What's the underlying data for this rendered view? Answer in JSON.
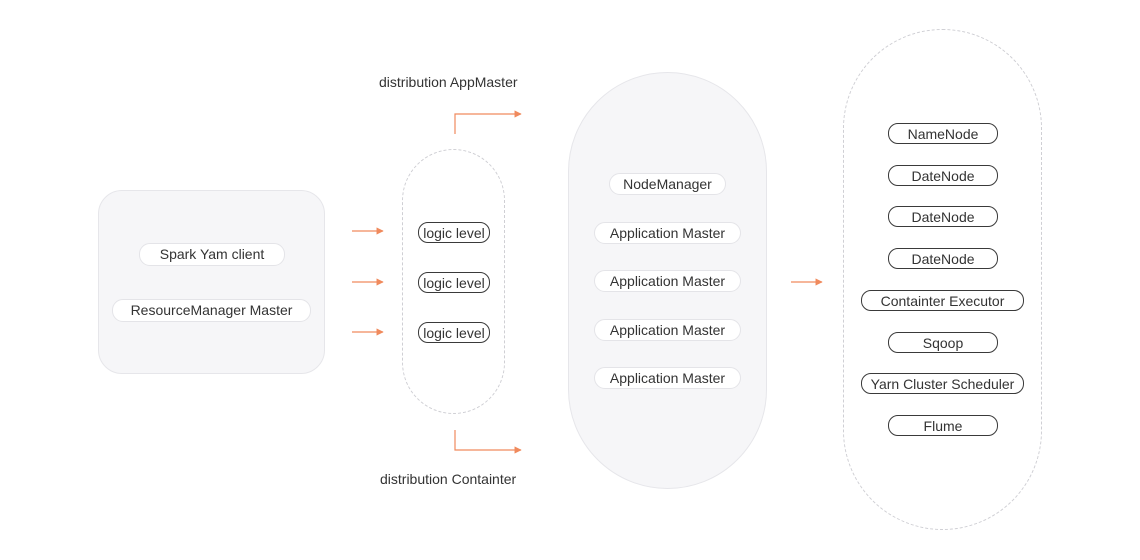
{
  "client_group": {
    "items": [
      "Spark Yam client",
      "ResourceManager Master"
    ]
  },
  "logic_group": {
    "items": [
      "logic level",
      "logic level",
      "logic level"
    ]
  },
  "labels": {
    "top": "distribution AppMaster",
    "bottom": "distribution Containter"
  },
  "node_group": {
    "items": [
      "NodeManager",
      "Application Master",
      "Application Master",
      "Application Master",
      "Application Master"
    ]
  },
  "service_group": {
    "items": [
      "NameNode",
      "DateNode",
      "DateNode",
      "DateNode",
      "Containter Executor",
      "Sqoop",
      "Yarn Cluster Scheduler",
      "Flume"
    ]
  },
  "colors": {
    "arrow": "#f08a5d",
    "panel_fill": "#f6f6f8",
    "panel_border": "#e6e6ea",
    "dashed_border": "#cfcfd4",
    "dark_border": "#3a3a3a"
  }
}
